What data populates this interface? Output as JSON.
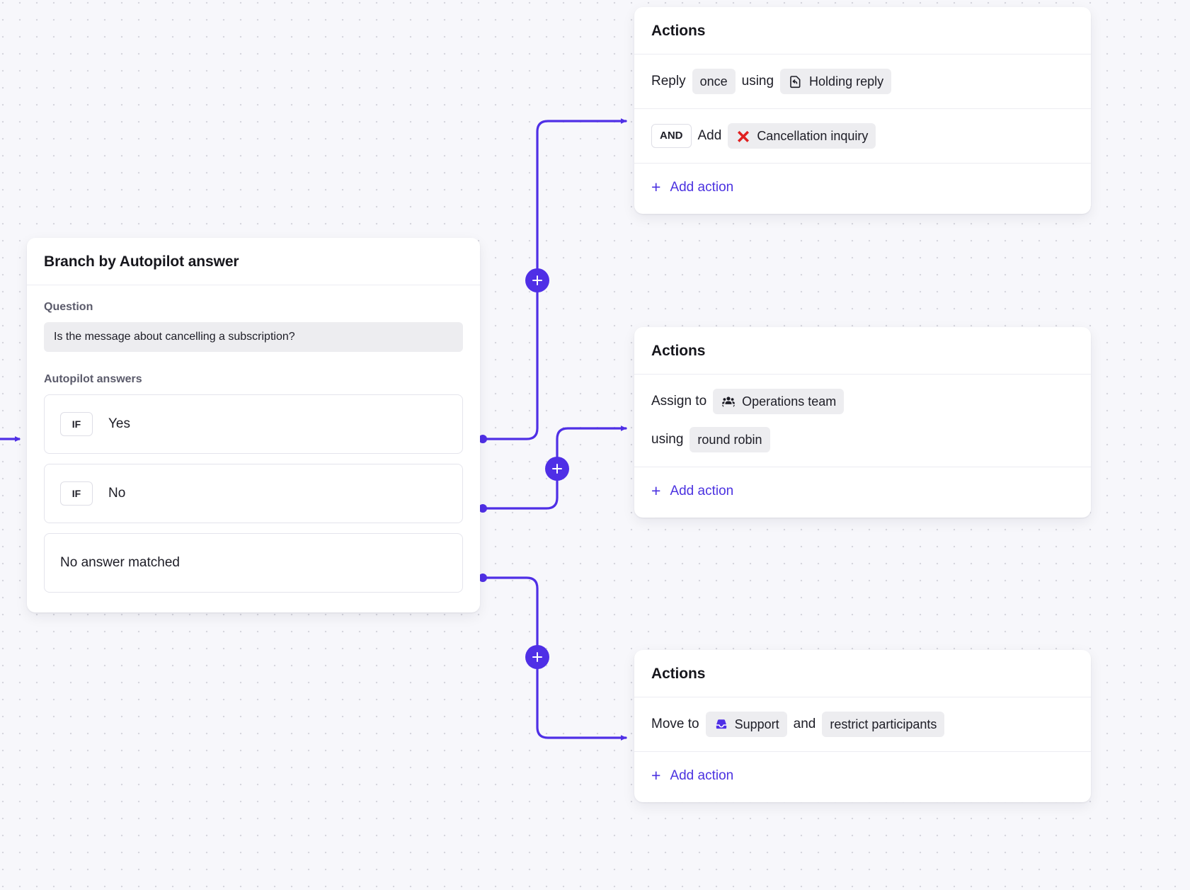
{
  "canvas": {
    "background_color": "#f7f7fb",
    "grid_dot_color": "#d6d6de",
    "accent_color": "#4f2fe6",
    "link_color": "#4b32e0"
  },
  "branch_node": {
    "title": "Branch by Autopilot answer",
    "question_label": "Question",
    "question_value": "Is the message about cancelling a subscription?",
    "answers_label": "Autopilot answers",
    "answers": [
      {
        "badge": "IF",
        "text": "Yes"
      },
      {
        "badge": "IF",
        "text": "No"
      },
      {
        "badge": "",
        "text": "No answer matched"
      }
    ]
  },
  "action_cards": [
    {
      "title": "Actions",
      "rows": [
        {
          "parts": [
            {
              "kind": "text",
              "value": "Reply"
            },
            {
              "kind": "chip",
              "value": "once"
            },
            {
              "kind": "text",
              "value": "using"
            },
            {
              "kind": "chip",
              "value": "Holding reply",
              "icon": "reply-document-icon"
            }
          ]
        },
        {
          "parts": [
            {
              "kind": "chip-outline",
              "value": "AND"
            },
            {
              "kind": "text",
              "value": "Add"
            },
            {
              "kind": "chip",
              "value": "Cancellation inquiry",
              "icon": "red-cross-icon"
            }
          ]
        }
      ],
      "add_action_label": "Add action"
    },
    {
      "title": "Actions",
      "rows": [
        {
          "parts": [
            {
              "kind": "text",
              "value": "Assign to"
            },
            {
              "kind": "chip",
              "value": "Operations team",
              "icon": "people-group-icon"
            },
            {
              "kind": "break"
            },
            {
              "kind": "text",
              "value": "using"
            },
            {
              "kind": "chip",
              "value": "round robin"
            }
          ]
        }
      ],
      "add_action_label": "Add action"
    },
    {
      "title": "Actions",
      "rows": [
        {
          "parts": [
            {
              "kind": "text",
              "value": "Move to"
            },
            {
              "kind": "chip",
              "value": "Support",
              "icon": "inbox-icon"
            },
            {
              "kind": "text",
              "value": "and"
            },
            {
              "kind": "chip",
              "value": "restrict participants"
            }
          ]
        }
      ],
      "add_action_label": "Add action"
    }
  ],
  "connector_nodes": [
    {
      "name": "add-step-yes",
      "glyph": "+"
    },
    {
      "name": "add-step-no",
      "glyph": "+"
    },
    {
      "name": "add-step-none",
      "glyph": "+"
    }
  ]
}
